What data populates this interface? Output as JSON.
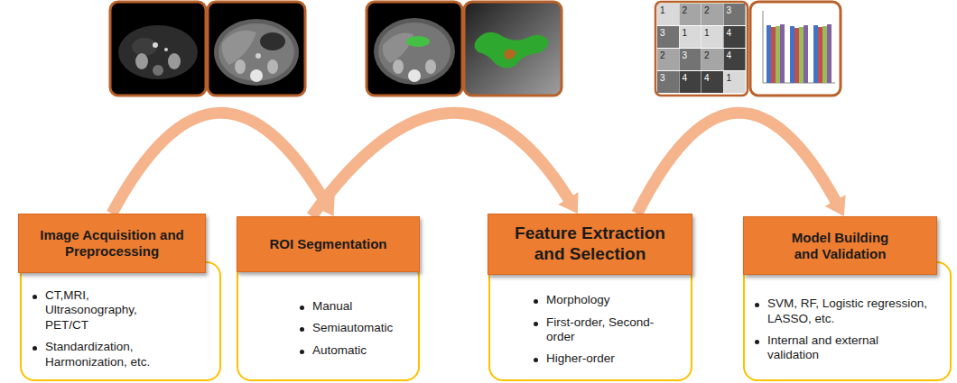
{
  "diagram": {
    "nodes": [
      {
        "text": [
          "Image Acquisition and Preprocessing"
        ]
      },
      {
        "text": [
          "CT,MRI, Ultrasonography, PET/CT",
          "Standardization, Harmonization, etc."
        ]
      },
      {
        "text": [
          "ROI Segmentation"
        ]
      },
      {
        "text": [
          "Manual",
          "Semiautomatic",
          "Automatic"
        ]
      },
      {
        "text": [
          "Feature Extraction and Selection"
        ]
      },
      {
        "text": [
          "Morphology",
          "First-order, Second-order",
          "Higher-order"
        ]
      },
      {
        "text": [
          "Model Building and Validation"
        ]
      },
      {
        "text": [
          "SVM, RF, Logistic regression, LASSO, etc.",
          "Internal and external validation"
        ]
      }
    ],
    "edges": [
      {
        "from": 0,
        "to": 2,
        "arrow": "to"
      },
      {
        "from": 2,
        "to": 4,
        "arrow": "to"
      },
      {
        "from": 4,
        "to": 6,
        "arrow": "to"
      }
    ],
    "labels": [
      "1",
      "2",
      "2",
      "3",
      "3",
      "1",
      "1",
      "4",
      "2",
      "3",
      "2",
      "4",
      "3",
      "4",
      "4",
      "1"
    ]
  }
}
